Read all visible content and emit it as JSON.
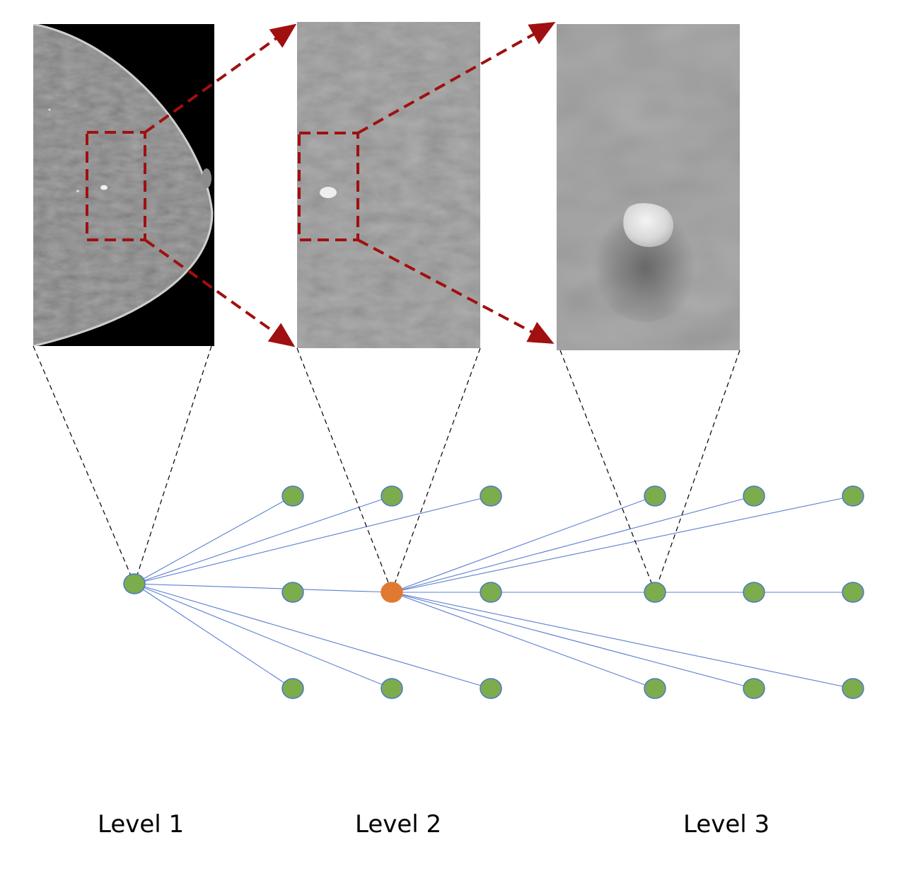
{
  "levels": [
    {
      "label": "Level 1",
      "node_color": "#7cac4c"
    },
    {
      "label": "Level 2",
      "node_color": "#e07a32"
    },
    {
      "label": "Level 3",
      "node_color": "#7cac4c"
    }
  ],
  "colors": {
    "node_default": "#7cac4c",
    "node_stroke": "#4d78c8",
    "node_highlight": "#e07a32",
    "edge": "#5a7fd0",
    "zoom_box": "#a01010",
    "projection_line": "#000000",
    "mammogram_background": "#000000"
  },
  "panels": [
    {
      "name": "full-mammogram",
      "description_icon": "mammogram-full-view"
    },
    {
      "name": "zoomed-region",
      "description_icon": "mammogram-zoom-1"
    },
    {
      "name": "mass-closeup",
      "description_icon": "mammogram-zoom-2"
    }
  ]
}
